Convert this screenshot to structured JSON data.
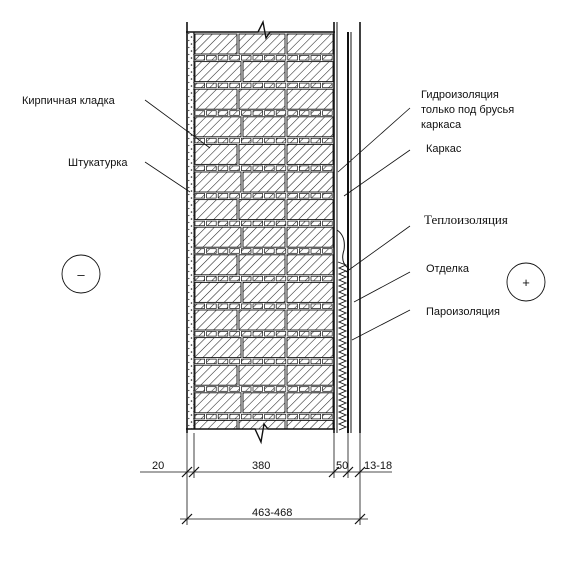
{
  "labels": {
    "brick": "Кирпичная кладка",
    "plaster": "Штукатурка",
    "waterproof_1": "Гидроизоляция",
    "waterproof_2": "только под брусья",
    "waterproof_3": "каркаса",
    "frame": "Каркас",
    "insulation": "Теплоизоляция",
    "finish": "Отделка",
    "vapor": "Пароизоляция"
  },
  "signs": {
    "outside": "–",
    "inside": "+"
  },
  "dimensions": {
    "plaster": "20",
    "brick": "380",
    "frame": "50",
    "finish": "13-18",
    "total": "463-468"
  }
}
